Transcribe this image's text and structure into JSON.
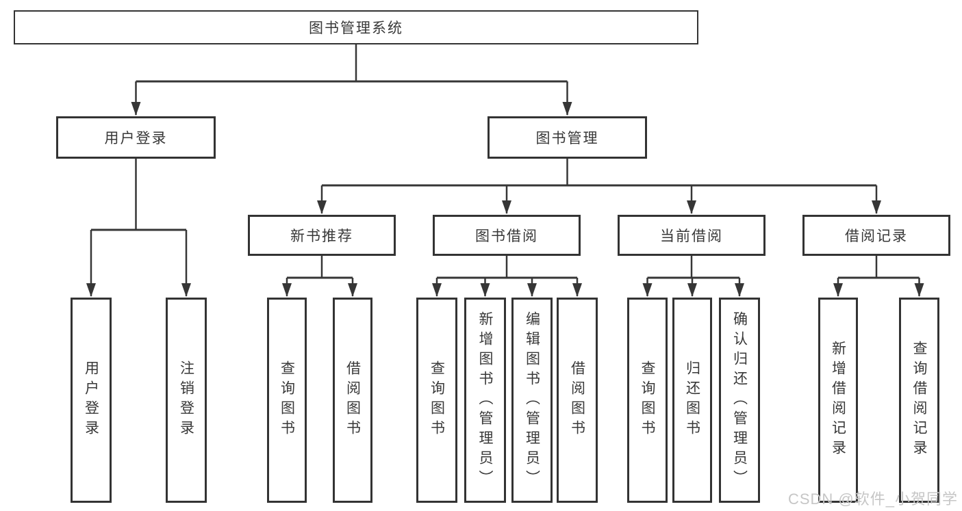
{
  "tree": {
    "label": "图书管理系统",
    "children": [
      {
        "label": "用户登录",
        "leaves": [
          {
            "label": "用户登录"
          },
          {
            "label": "注销登录"
          }
        ]
      },
      {
        "label": "图书管理",
        "children": [
          {
            "label": "新书推荐",
            "leaves": [
              {
                "label": "查询图书"
              },
              {
                "label": "借阅图书"
              }
            ]
          },
          {
            "label": "图书借阅",
            "leaves": [
              {
                "label": "查询图书"
              },
              {
                "label": "新增图书（管理员）"
              },
              {
                "label": "编辑图书（管理员）"
              },
              {
                "label": "借阅图书"
              }
            ]
          },
          {
            "label": "当前借阅",
            "leaves": [
              {
                "label": "查询图书"
              },
              {
                "label": "归还图书"
              },
              {
                "label": "确认归还（管理员）"
              }
            ]
          },
          {
            "label": "借阅记录",
            "leaves": [
              {
                "label": "新增借阅记录"
              },
              {
                "label": "查询借阅记录"
              }
            ]
          }
        ]
      }
    ]
  },
  "watermark": {
    "text": "CSDN @软件_小贺同学"
  },
  "colors": {
    "background": "#ffffff",
    "line": "#363636",
    "box_border": "#333333",
    "text": "#383838",
    "watermark": "#c6c6c6"
  }
}
